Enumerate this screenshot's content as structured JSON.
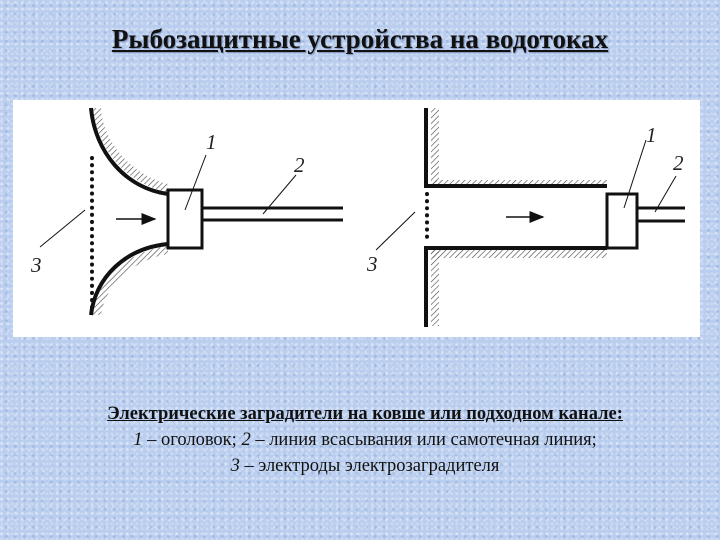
{
  "title": "Рыбозащитные устройства на водотоках",
  "figure": {
    "left_diagram": {
      "labels": [
        "1",
        "2",
        "3"
      ]
    },
    "right_diagram": {
      "labels": [
        "1",
        "2",
        "3"
      ]
    }
  },
  "caption": {
    "heading": "Электрические заградители на ковше или подходном канале:",
    "line2": {
      "n1": "1",
      "t1": " – оголовок; ",
      "n2": "2",
      "t2": " – линия всасывания или самотечная линия;"
    },
    "line3": {
      "n3": "3",
      "t3": " – электроды электрозаградителя"
    }
  }
}
